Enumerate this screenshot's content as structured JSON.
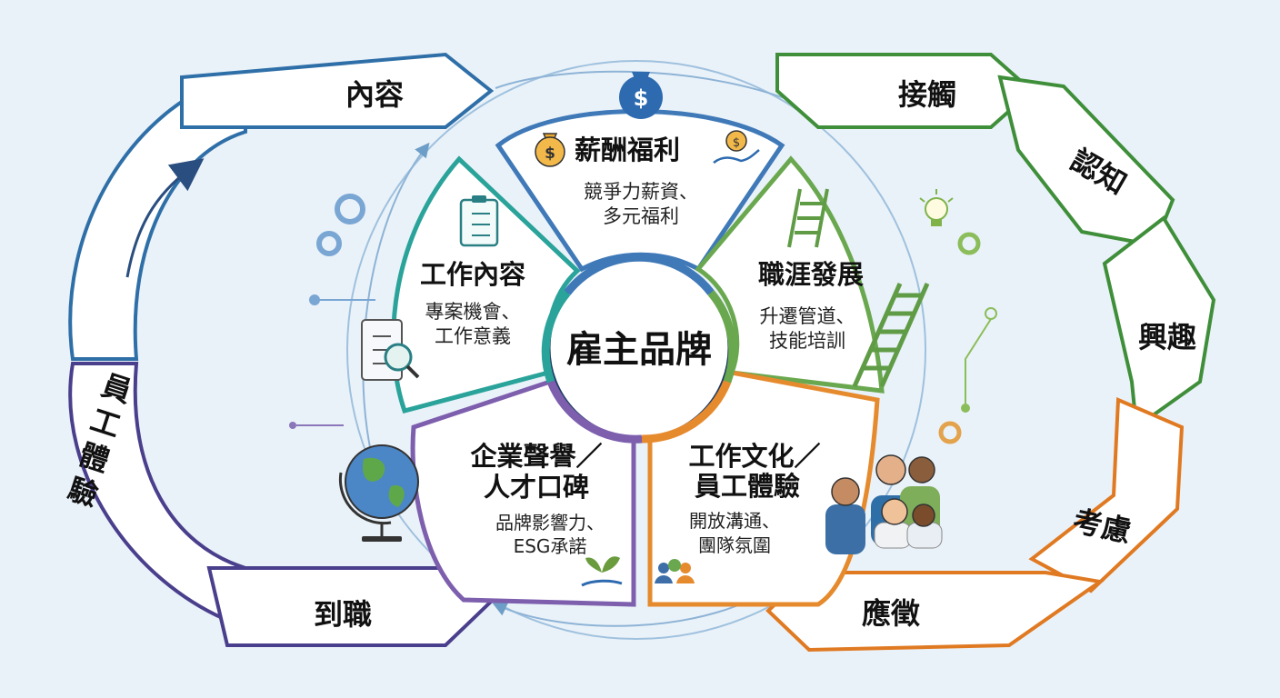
{
  "center": {
    "title": "雇主品牌"
  },
  "segments": [
    {
      "title": "薪酬福利",
      "desc": [
        "競爭力薪資、",
        "多元福利"
      ],
      "color": "#3f79b8"
    },
    {
      "title": "職涯發展",
      "desc": [
        "升遷管道、",
        "技能培訓"
      ],
      "color": "#6aa84f"
    },
    {
      "title": "工作文化／",
      "title2": "員工體驗",
      "desc": [
        "開放溝通、",
        "團隊氛圍"
      ],
      "color": "#e68a2e"
    },
    {
      "title": "企業聲譽／",
      "title2": "人才口碑",
      "desc": [
        "品牌影響力、",
        "ESG承諾"
      ],
      "color": "#7d5fae"
    },
    {
      "title": "工作內容",
      "desc": [
        "專案機會、",
        "工作意義"
      ],
      "color": "#2aa39a"
    }
  ],
  "left_cycle": {
    "stages": [
      "內容",
      "到職",
      "員工體驗"
    ],
    "colors": {
      "top": "#2f6fa8",
      "bottom": "#4a3f8c"
    }
  },
  "right_cycle": {
    "stages": [
      "接觸",
      "認知",
      "興趣",
      "考慮",
      "應徵"
    ],
    "colors": {
      "green": "#3f8f3a",
      "orange": "#e07a22"
    }
  },
  "icons": [
    "money-bag-icon",
    "hand-coin-icon",
    "ladder-icon",
    "lightbulb-icon",
    "gear-icon",
    "clipboard-icon",
    "magnifier-icon",
    "globe-icon",
    "people-icon",
    "plant-hand-icon",
    "team-icon"
  ]
}
